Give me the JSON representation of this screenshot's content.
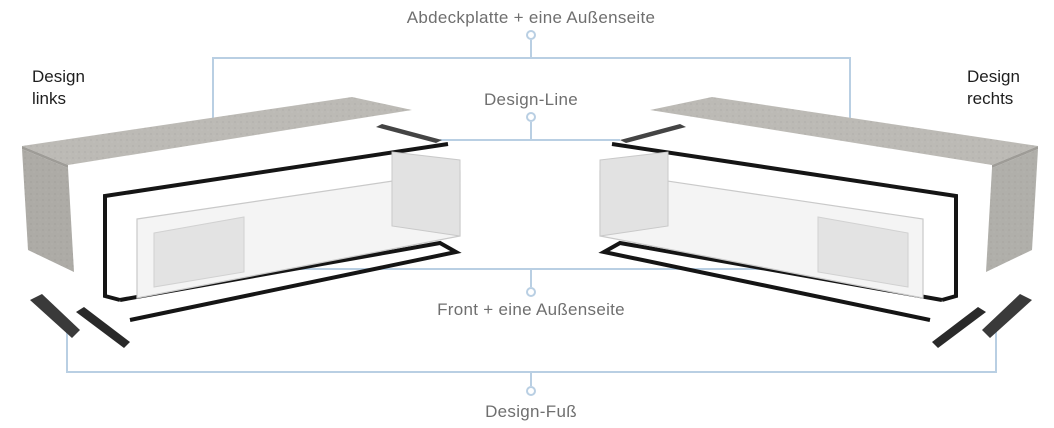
{
  "labels": {
    "top": "Abdeckplatte + eine Außenseite",
    "middle": "Design-Line",
    "front": "Front + eine Außenseite",
    "bottom": "Design-Fuß",
    "left_line1": "Design",
    "left_line2": "links",
    "right_line1": "Design",
    "right_line2": "rechts"
  },
  "colors": {
    "connector": "#b9cfe3",
    "stone": "#b8b6b1",
    "stone_dark": "#9e9c97",
    "outline": "#151515",
    "glass": "#e9e9e9"
  }
}
